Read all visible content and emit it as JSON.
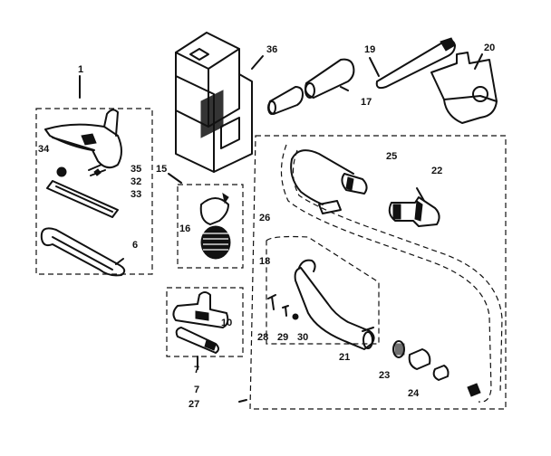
{
  "callouts": {
    "c1": "1",
    "c6": "6",
    "c7a": "7",
    "c7b": "7",
    "c10": "10",
    "c15": "15",
    "c16": "16",
    "c17": "17",
    "c18": "18",
    "c19": "19",
    "c20": "20",
    "c21": "21",
    "c22": "22",
    "c23": "23",
    "c24": "24",
    "c25": "25",
    "c26": "26",
    "c27": "27",
    "c28": "28",
    "c29": "29",
    "c30": "30",
    "c32": "32",
    "c33": "33",
    "c34": "34",
    "c35": "35",
    "c36": "36"
  },
  "colors": {
    "ink": "#111111",
    "paper": "#ffffff"
  }
}
